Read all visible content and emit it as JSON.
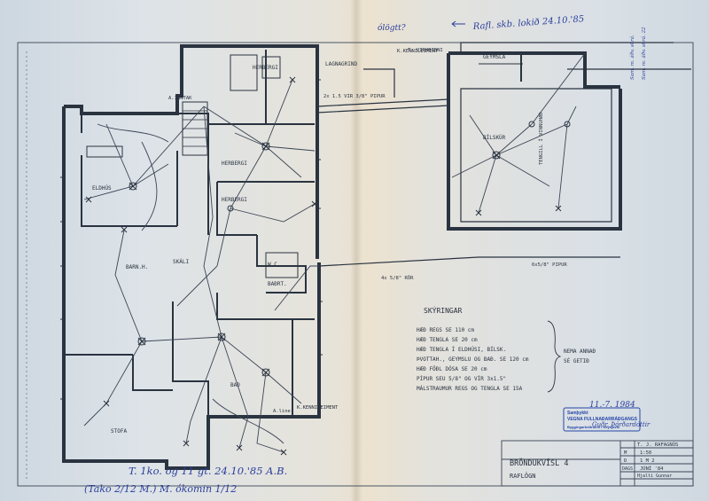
{
  "rooms": {
    "eldhus": "ELDHÚS",
    "herbergi_1": "HERBERGI",
    "herbergi_2": "HERBERGI",
    "herbergi_3": "HERBERGI",
    "skali": "SKÁLI",
    "stofa": "STOFA",
    "lagnagrind": "LAGNAGRIND",
    "baurt": "BAÐRT.",
    "bilskur": "BÍLSKÚR",
    "barnaherb": "BARN.H.",
    "wc": "W.C.",
    "bad": "BAÐ",
    "geymsla": "GEYMSLA"
  },
  "notes": {
    "legend_title": "SKÝRINGAR",
    "legend_lines": [
      "HÆÐ REGS SE 110 cm",
      "HÆÐ TENGLA SE 20 cm",
      "HÆÐ TENGLA Í ELDHÚSI, BÍLSK.",
      "ÞVOTTAH., GEYMSLU OG BAÐ. SE 120 cm",
      "HÆÐ FÖÐL DÓSA SE 20 cm",
      "PÍPUR SEU 5/8\" OG VÍR 3x1.5\"",
      "MÁLSTRAUMUR REGS OG TENGLA SE 15A"
    ],
    "brace_note_1": "NEMA ANNAÐ",
    "brace_note_2": "SÉ GETIÐ",
    "kennilinumerki_top": "K.KENNILEIMENT",
    "kennilinumerki_bottom": "K.KENNILEIMENT",
    "inntak": "A.INNTAK",
    "cable_note_1": "2x 1.5 VIR 3/8\" PIPUR",
    "cable_note_2": "4x 5/8\" RÖR",
    "cable_note_3": "6x5/8\" PIPUR",
    "top_small": "T. VIRHEIÐNI",
    "garage_label": "TENGILL Í VINNUHÆÐ",
    "vent": "A.line"
  },
  "handwriting": {
    "top_center": "ólögtt?",
    "top_right": "Rafl. skb. lokið 24.10.'85",
    "bottom_1": "T. 1ko. og 11 gt. 24.10.'85 A.B.",
    "bottom_2": "(Tako 2/12 M.) M. ókomin 1/12",
    "side_1": "Sam. m. áðv. skrá.",
    "side_2": "Sam. m. áðv. skrá. 22"
  },
  "stamp": {
    "line_1": "Samþykkt",
    "line_2": "VEGNA FULLNAÐARRÁÐGANGS",
    "line_3": "Byggingarfulltrúinn í Reykjavík",
    "date": "11.-7. 1984",
    "signature": "Guðr. Þórðardóttir"
  },
  "title_block": {
    "address": "BRÖNDUKVÍSL 4",
    "subtitle": "RAFLÖGN",
    "designer": "T. J. RAFAGNÚS",
    "scale_label": "M",
    "scale_value": "1:50",
    "drawing_label": "D",
    "drawing_value": "1 M 2",
    "date_label": "DAGS",
    "date_value": "JÚNÍ '84",
    "signed": "Hjalti Gunnar"
  },
  "colors": {
    "ink": "#2a3340",
    "handwriting": "#2b3f9c",
    "stamp": "#2646a8",
    "paper_blue": "#d5dde5",
    "paper_yellow": "#ece2cf"
  }
}
